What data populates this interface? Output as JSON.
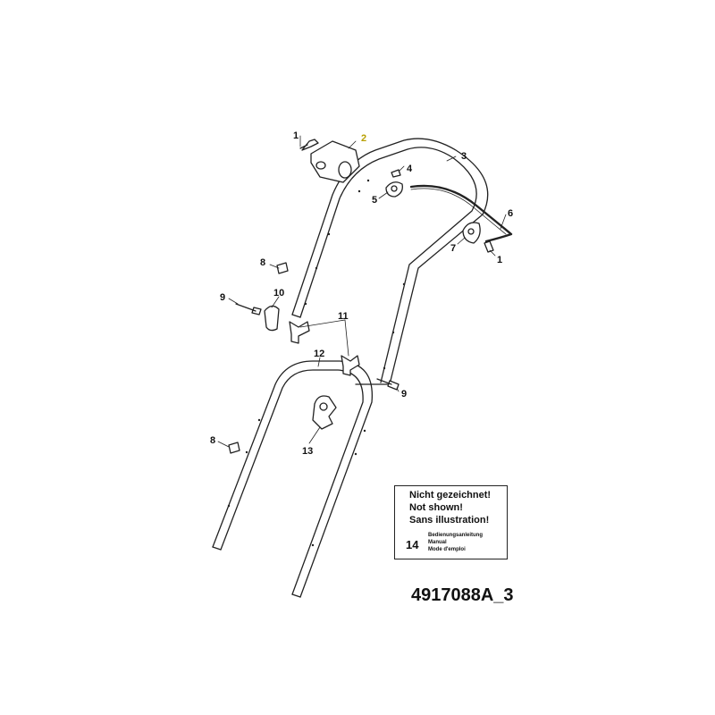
{
  "callouts": {
    "c1a": "1",
    "c2": "2",
    "c3": "3",
    "c4": "4",
    "c5": "5",
    "c6": "6",
    "c7": "7",
    "c1b": "1",
    "c8a": "8",
    "c9a": "9",
    "c10": "10",
    "c11": "11",
    "c12": "12",
    "c9b": "9",
    "c8b": "8",
    "c13": "13"
  },
  "highlight_color": "#b8a000",
  "not_shown_box": {
    "line1": "Nicht gezeichnet!",
    "line2": "Not shown!",
    "line3": "Sans illustration!",
    "item_number": "14",
    "manual_de": "Bedienungsanleitung",
    "manual_en": "Manual",
    "manual_fr": "Mode d'emploi"
  },
  "part_id": "4917088A_3"
}
